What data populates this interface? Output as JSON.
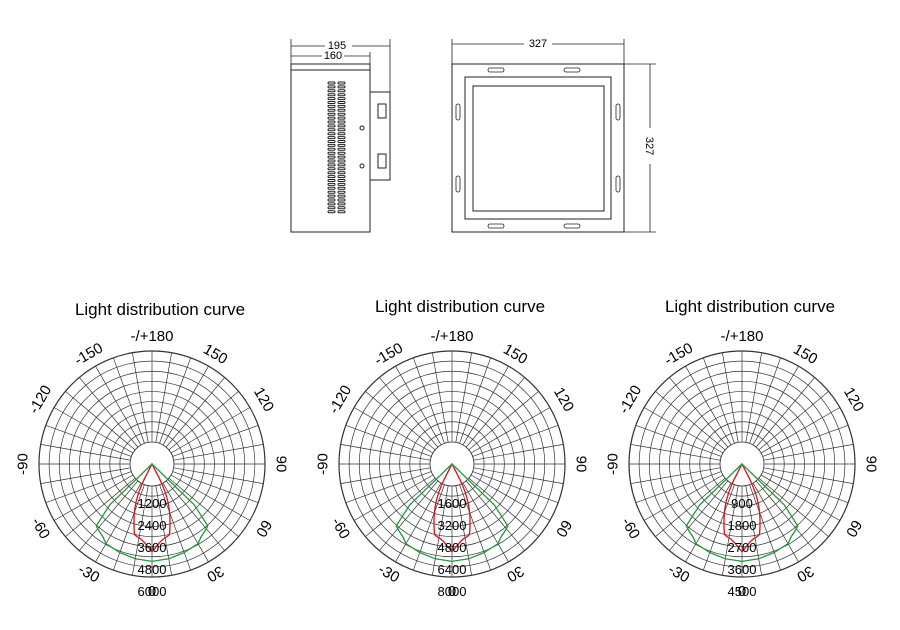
{
  "drawings": {
    "side_view": {
      "overall_width": "195",
      "body_width": "160"
    },
    "front_view": {
      "width": "327",
      "height": "327"
    }
  },
  "polar_charts": [
    {
      "title": "Light distribution curve",
      "angle_labels": {
        "top": "-/+180",
        "upper_left": "-150",
        "upper_right": "150",
        "mid_upper_left": "-120",
        "mid_upper_right": "120",
        "left": "-90",
        "right": "90",
        "lower_left": "-60",
        "lower_right": "60",
        "bottom_left": "-30",
        "bottom_right": "30",
        "bottom": "0"
      },
      "radial_labels": [
        "1200",
        "2400",
        "3600",
        "4800",
        "6000"
      ]
    },
    {
      "title": "Light distribution curve",
      "angle_labels": {
        "top": "-/+180",
        "upper_left": "-150",
        "upper_right": "150",
        "mid_upper_left": "-120",
        "mid_upper_right": "120",
        "left": "-90",
        "right": "90",
        "lower_left": "-60",
        "lower_right": "60",
        "bottom_left": "-30",
        "bottom_right": "30",
        "bottom": "0"
      },
      "radial_labels": [
        "1600",
        "3200",
        "4800",
        "6400",
        "8000"
      ]
    },
    {
      "title": "Light distribution curve",
      "angle_labels": {
        "top": "-/+180",
        "upper_left": "-150",
        "upper_right": "150",
        "mid_upper_left": "-120",
        "mid_upper_right": "120",
        "left": "-90",
        "right": "90",
        "lower_left": "-60",
        "lower_right": "60",
        "bottom_left": "-30",
        "bottom_right": "30",
        "bottom": "0"
      },
      "radial_labels": [
        "900",
        "1800",
        "2700",
        "3600",
        "4500"
      ]
    }
  ],
  "curve_colors": {
    "c0_150": "#d4141c",
    "c90_270": "#1f9a3c"
  }
}
